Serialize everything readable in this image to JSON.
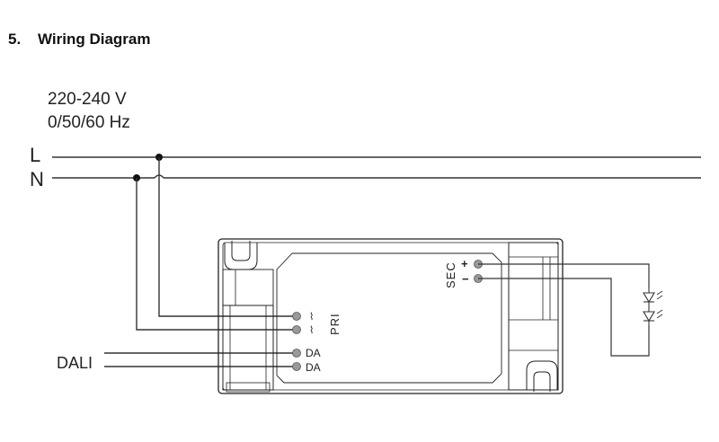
{
  "section": {
    "number": "5.",
    "title": "Wiring Diagram"
  },
  "supply": {
    "voltage": "220-240 V",
    "frequency": "0/50/60 Hz"
  },
  "lines": {
    "live": "L",
    "neutral": "N",
    "dali": "DALI"
  },
  "driver": {
    "primary_label": "PRI",
    "primary_terminal_symbols": [
      "⌇",
      "⌇"
    ],
    "dali_terminals": [
      "DA",
      "DA"
    ],
    "secondary_label": "SEC",
    "secondary_plus": "+",
    "secondary_minus": "−"
  },
  "colors": {
    "line": "#333333",
    "terminal": "#999999",
    "housing": "#222222"
  }
}
